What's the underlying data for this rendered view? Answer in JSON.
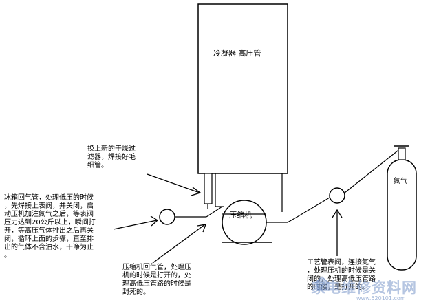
{
  "labels": {
    "condenser": "冷凝器 高压管",
    "compressor": "压缩机",
    "nitrogen": "氮气"
  },
  "notes": {
    "dryer": "换上新的干燥过\n滤器，焊接好毛\n细管。",
    "fridge_return": "冰箱回气管，处理低压的时候\n，先焊接上表阀，并关闭，启\n动压机加注氮气之后，等表阀\n压力达到20公斤以上，瞬间打\n开，等高压气体排出之后再关\n闭，循环上面的步骤，直至排\n出的气体不含油水，干净为止\n。",
    "compressor_return": "压缩机回气管，处理压\n机的时候是打开的，处\n理高低压管路的时候是\n封死的。",
    "process_pipe": "工艺管表阀，连接氮气\n，处理压机的时候是关\n闭的，处理高低压管路\n的时候，是打开的。"
  },
  "watermark": {
    "text": "家电维修资料网",
    "url": "www.520101.com"
  }
}
